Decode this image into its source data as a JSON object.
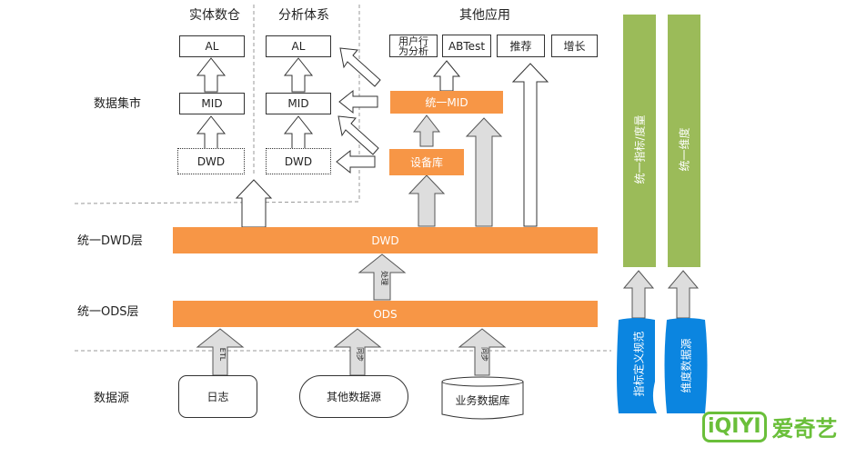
{
  "row_labels": {
    "data_mart": "数据集市",
    "unified_dwd": "统一DWD层",
    "unified_ods": "统一ODS层",
    "data_source": "数据源"
  },
  "columns": {
    "entity_warehouse": {
      "title": "实体数仓",
      "al": "AL",
      "mid": "MID",
      "dwd": "DWD"
    },
    "analysis_system": {
      "title": "分析体系",
      "al": "AL",
      "mid": "MID",
      "dwd": "DWD"
    },
    "other_apps": {
      "title": "其他应用",
      "apps": [
        "用户行为分析",
        "ABTest",
        "推荐",
        "增长"
      ],
      "app_user_behavior_line1": "用户行",
      "app_user_behavior_line2": "为分析",
      "unified_mid": "统一MID",
      "device_db": "设备库"
    }
  },
  "layers": {
    "dwd": "DWD",
    "ods": "ODS"
  },
  "arrow_labels": {
    "process": "处理",
    "etl": "ETL",
    "sync1": "同步",
    "sync2": "同步"
  },
  "sources": {
    "log": "日志",
    "other": "其他数据源",
    "business_db": "业务数据库"
  },
  "side": {
    "unified_metrics": "统一指标/度量",
    "unified_dimension": "统一维度",
    "metric_spec": "指标定义规范",
    "dimension_source": "维度数据源"
  },
  "logo": {
    "brand": "iQIYI",
    "name": "爱奇艺"
  },
  "colors": {
    "orange": "#f79646",
    "green": "#9bbb59",
    "blue": "#0b85e0",
    "logo_green": "#6abf3a"
  }
}
